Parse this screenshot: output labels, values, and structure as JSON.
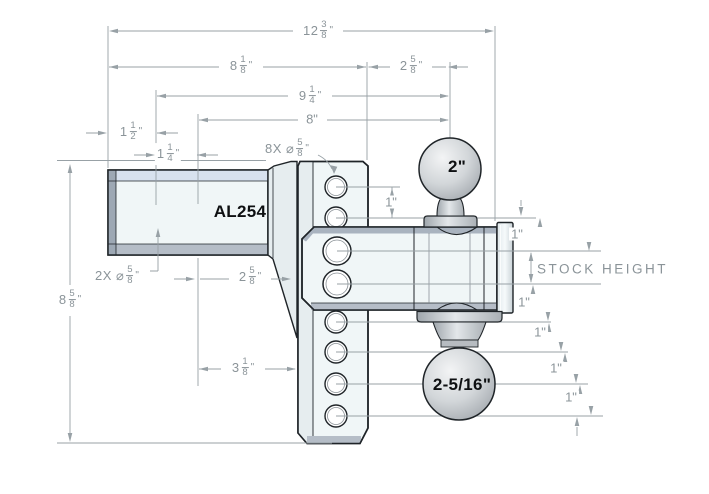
{
  "meta": {
    "part_number": "AL254",
    "drawing_type": "adjustable ball mount dimension drawing"
  },
  "colors": {
    "edge": "#1f2428",
    "face": "#f0f6f7",
    "face-shade": "#e6edef",
    "band-top": "#d7e1ee",
    "band-gray": "#b5bdc7",
    "band-dark": "#9da8b4",
    "platform-top": "#a9b3bf",
    "dim": "#98a1a6",
    "dim-text": "#8b9499",
    "label-text": "#0e1012",
    "bg": "#ffffff"
  },
  "dims": {
    "overall_width": {
      "whole": "12",
      "num": "3",
      "den": "8",
      "unit": "\""
    },
    "shank_end_to_channel": {
      "whole": "8",
      "num": "1",
      "den": "8",
      "unit": "\""
    },
    "channel_to_ball_center": {
      "whole": "2",
      "num": "5",
      "den": "8",
      "unit": "\""
    },
    "front_hole_to_ball_center": {
      "whole": "9",
      "num": "1",
      "den": "4",
      "unit": "\""
    },
    "rear_hole_to_ball_center": "8\"",
    "shank_end_to_front_hole": {
      "whole": "1",
      "num": "1",
      "den": "2",
      "unit": "\""
    },
    "shank_hole_spacing": {
      "whole": "1",
      "num": "1",
      "den": "4",
      "unit": "\""
    },
    "channel_holes_callout": {
      "whole": "8X ⌀",
      "num": "5",
      "den": "8",
      "unit": "\""
    },
    "shank_holes_callout": {
      "whole": "2X ⌀",
      "num": "5",
      "den": "8",
      "unit": "\""
    },
    "shank_drop_to_channel": {
      "whole": "2",
      "num": "5",
      "den": "8",
      "unit": "\""
    },
    "overall_height": {
      "whole": "8",
      "num": "5",
      "den": "8",
      "unit": "\""
    },
    "rear_hole_to_channel": {
      "whole": "3",
      "num": "1",
      "den": "8",
      "unit": "\""
    },
    "hole_spacing_increment": "1\"",
    "stock_height_label": "STOCK HEIGHT"
  },
  "part_labels": {
    "model": "AL254",
    "top_ball_size": "2\"",
    "bottom_ball_size": "2-5/16\""
  }
}
